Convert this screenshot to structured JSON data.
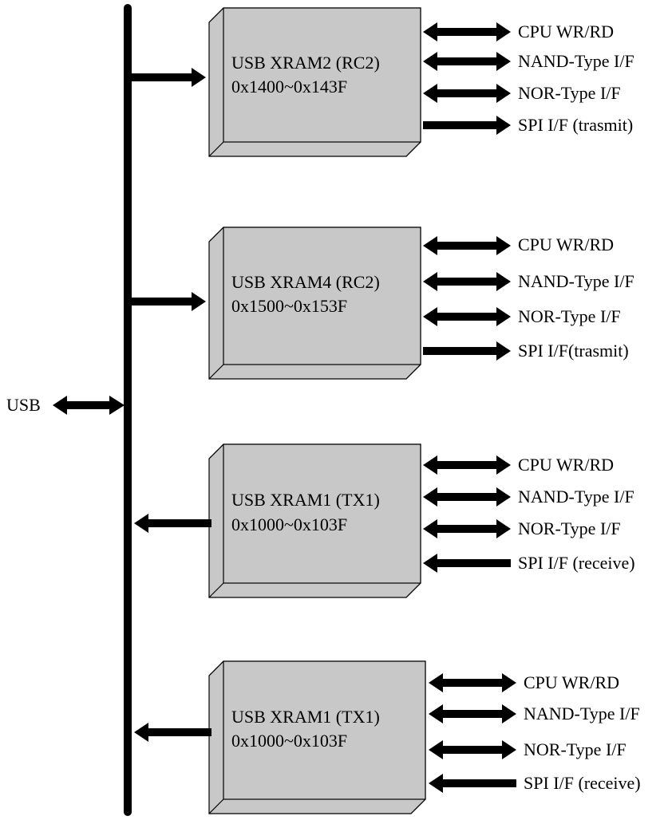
{
  "usb_label": "USB",
  "colors": {
    "bus": "#000000",
    "block_front": "#c8c8c8",
    "block_side": "#c8c8c8",
    "block_outline": "#000000"
  },
  "blocks": [
    {
      "name": "USB XRAM2 (RC2)",
      "address": "0x1400~0x143F",
      "bus_direction": "to-block",
      "interfaces": [
        {
          "label": "CPU WR/RD",
          "direction": "bidirectional"
        },
        {
          "label": "NAND-Type I/F",
          "direction": "bidirectional"
        },
        {
          "label": "NOR-Type I/F",
          "direction": "bidirectional"
        },
        {
          "label": "SPI I/F (trasmit)",
          "direction": "out"
        }
      ]
    },
    {
      "name": "USB XRAM4 (RC2)",
      "address": "0x1500~0x153F",
      "bus_direction": "to-block",
      "interfaces": [
        {
          "label": "CPU WR/RD",
          "direction": "bidirectional"
        },
        {
          "label": "NAND-Type I/F",
          "direction": "bidirectional"
        },
        {
          "label": "NOR-Type I/F",
          "direction": "bidirectional"
        },
        {
          "label": "SPI I/F(trasmit)",
          "direction": "out"
        }
      ]
    },
    {
      "name": "USB XRAM1 (TX1)",
      "address": "0x1000~0x103F",
      "bus_direction": "to-bus",
      "interfaces": [
        {
          "label": "CPU WR/RD",
          "direction": "bidirectional"
        },
        {
          "label": "NAND-Type I/F",
          "direction": "bidirectional"
        },
        {
          "label": "NOR-Type I/F",
          "direction": "bidirectional"
        },
        {
          "label": "SPI I/F (receive)",
          "direction": "in"
        }
      ]
    },
    {
      "name": "USB XRAM1 (TX1)",
      "address": "0x1000~0x103F",
      "bus_direction": "to-bus",
      "interfaces": [
        {
          "label": "CPU WR/RD",
          "direction": "bidirectional"
        },
        {
          "label": "NAND-Type I/F",
          "direction": "bidirectional"
        },
        {
          "label": "NOR-Type I/F",
          "direction": "bidirectional"
        },
        {
          "label": "SPI I/F (receive)",
          "direction": "in"
        }
      ]
    }
  ]
}
